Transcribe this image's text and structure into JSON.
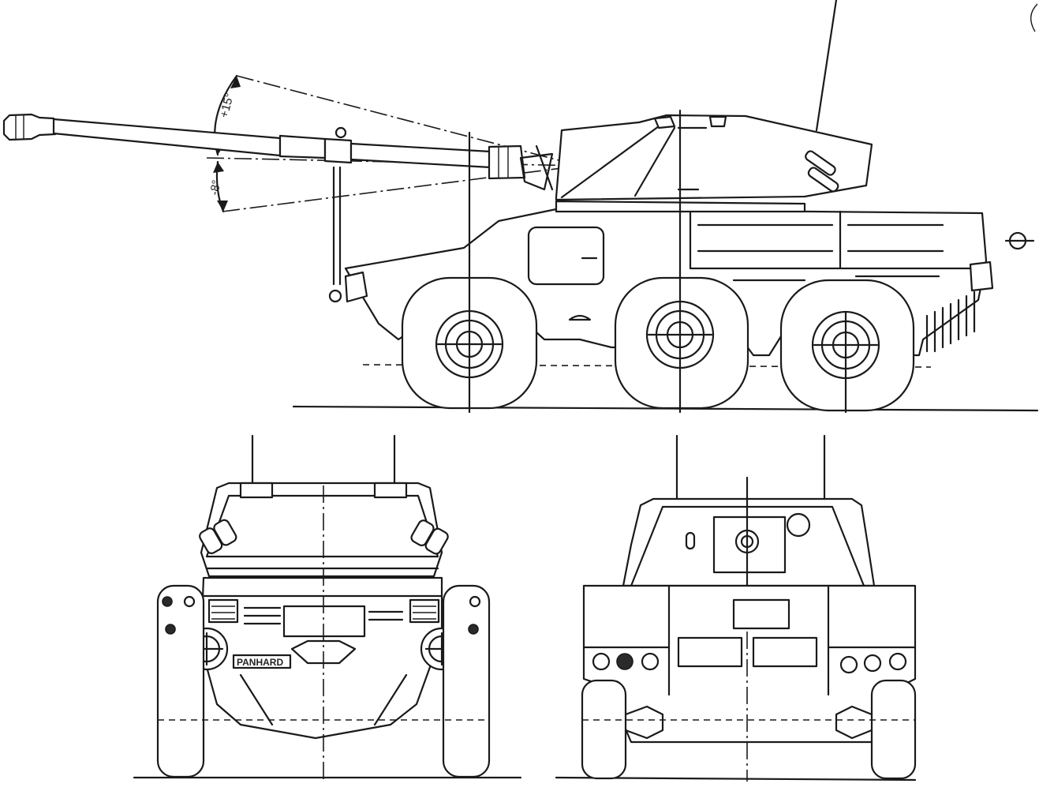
{
  "annotations": {
    "elevation_up": "+15°",
    "elevation_down": "-8°",
    "maker_plate": "PANHARD"
  }
}
